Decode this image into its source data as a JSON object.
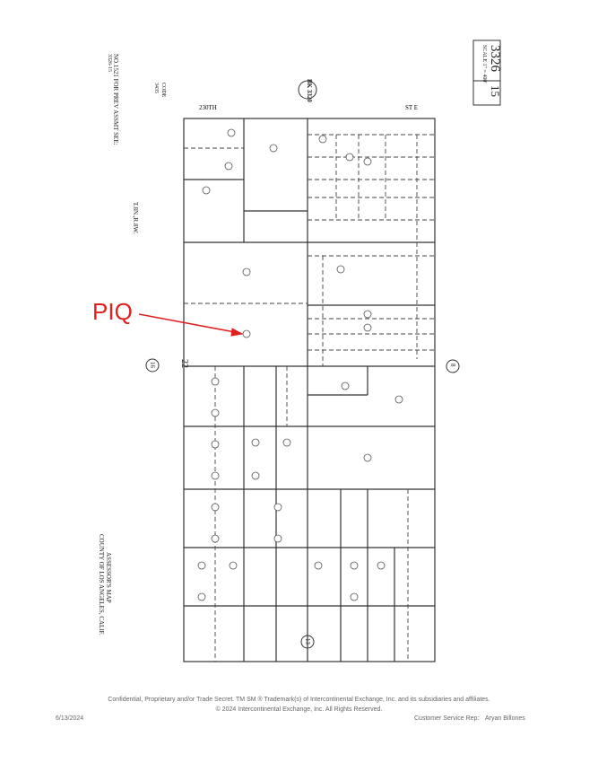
{
  "map": {
    "book_number": "3326",
    "page_number": "15",
    "scale": "SCALE 1\" = 400'",
    "prev_note": "NO.1521 FOR PREV ASSMT SEE:",
    "prev_ref": "3326-15",
    "code_label": "CODE",
    "code": "3435",
    "township": "T.8N.,R.8W.",
    "title_1": "ASSESSOR'S MAP",
    "title_2": "COUNTY OF LOS ANGELES, CALIF.",
    "street_top": "230TH",
    "street_right": "ST E",
    "book_ref": "BK 3320",
    "section_line": "22",
    "section_left": "16",
    "section_right": "8",
    "section_bottom": "13",
    "piq_label": "PIQ"
  },
  "footer": {
    "confidential": "Confidential, Proprietary and/or Trade Secret.  TM SM ® Trademark(s) of Intercontinental Exchange, Inc. and its subsidiaries and affiliates.",
    "copyright": "© 2024 Intercontinental Exchange, Inc. All Rights Reserved.",
    "date": "6/13/2024",
    "rep_label": "Customer Service Rep:",
    "rep_name": "Aryan Billones"
  }
}
